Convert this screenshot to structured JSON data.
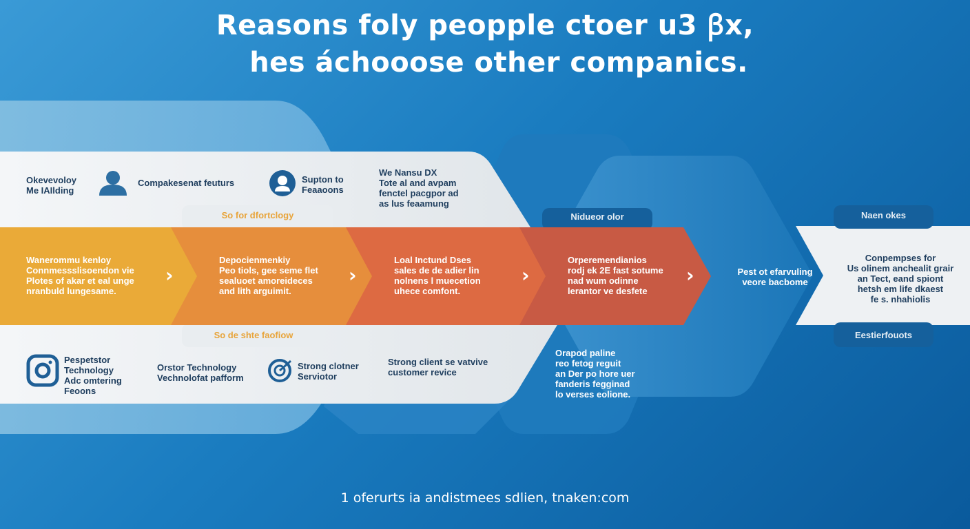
{
  "title": {
    "line1": "Reasons foly peopple ctoer u3 ꞵx,",
    "line2": "hes áchooose other companics."
  },
  "top_band": {
    "item1": "Okevevoloy\nMe IAIlding",
    "item2": "Compakesenat feuturs",
    "item3": "Supton to\nFeaaoons",
    "item4": "We Nansu DX\nTote al and avpam\nfenctel pacgpor ad\nas lus feaamung"
  },
  "tabs": {
    "top_mid": "So for dfortclogy",
    "bottom_mid": "So de shte faofiow",
    "right_top": "Nidueor olor",
    "far_right_top": "Naen okes",
    "far_right_bottom": "Eestierfouots"
  },
  "steps": [
    {
      "text": "Wanerommu kenloy\nConnmessslisoendon vie\nPlotes of akar et eal unge\nnranbuld lungesame.",
      "color": "#eaaa38"
    },
    {
      "text": "Depocienmenkiy\nPeo tiols, gee seme flet\nsealuoet amoreideces\nand lith arguimit.",
      "color": "#e68e3c"
    },
    {
      "text": "Loal Inctund Dses\nsales de de adier lin\nnolnens l muecetion\nuhece comfont.",
      "color": "#dd6a42"
    },
    {
      "text": "Orperemendianios\nrodj ek 2E fast sotume\nnad wum odinne\nlerantor ve desfete",
      "color": "#c85a44"
    }
  ],
  "blue_hex_text": "Pest ot efarvuling\nveore bacbome",
  "right_band_text": "Conpempses for\nUs olinem anchealit grair\nan Tect, eand spiont\nhetsh em life dkaest\nfe s. nhahiolis",
  "bottom_band": {
    "item1": "Pespetstor\nTechnology\nAdc omtering\nFeoons",
    "item2": "Orstor Technology\nVechnolofat pafform",
    "item3": "Strong clotner\nServiotor",
    "item4": "Strong client se vatvive\ncustomer revice"
  },
  "lower_hex_text": "Orapod paline\nreo fetog reguit\nan Der po hore uer\nfanderis fegginad\nlo verses eolione.",
  "footer": "1 oferurts ia andistmees sdlien, tnaken:com"
}
